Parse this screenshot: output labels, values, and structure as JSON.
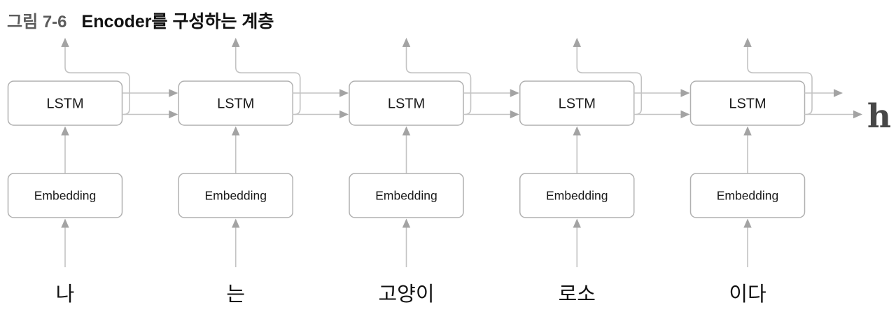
{
  "title": {
    "figure_label": "그림 7-6",
    "text": "Encoder를 구성하는 계층"
  },
  "diagram": {
    "lstm_label": "LSTM",
    "embedding_label": "Embedding",
    "words": [
      "나",
      "는",
      "고양이",
      "로소",
      "이다"
    ],
    "output_label": "h",
    "colors": {
      "line": "#c3c3c3",
      "arrowhead": "#a3a3a3",
      "box_border": "#b0b0b0",
      "box_fill": "#ffffff",
      "box_text": "#1a1a1a",
      "word_text": "#111111",
      "output_text": "#474747",
      "figure_label_text": "#5c5c5c",
      "figure_title_text": "#111111"
    }
  }
}
